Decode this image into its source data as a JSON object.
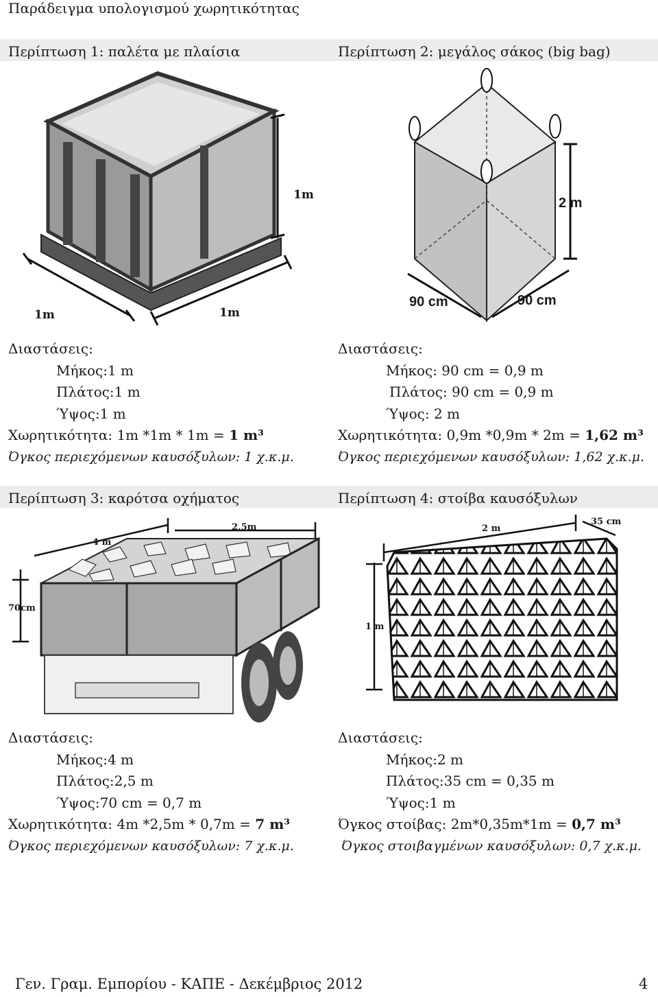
{
  "page_title": "Παράδειγμα υπολογισμού χωρητικότητας",
  "case1": {
    "heading": "Περίπτωση 1: παλέτα με πλαίσια",
    "fig_labels": {
      "height": "1m",
      "length": "1m",
      "width": "1m"
    },
    "dims_label": "Διαστάσεις:",
    "length": "Μήκος:1 m",
    "width": "Πλάτος:1 m",
    "height": "Ύψος:1 m",
    "capacity_prefix": "Χωρητικότητα: 1m *1m * 1m = ",
    "capacity_value": "1 m³",
    "volume": "Όγκος περιεχόμενων καυσόξυλων: 1 χ.κ.μ."
  },
  "case2": {
    "heading": "Περίπτωση 2: μεγάλος σάκος (big bag)",
    "fig_labels": {
      "height": "2 m",
      "length": "90 cm",
      "width": "90 cm"
    },
    "dims_label": "Διαστάσεις:",
    "length": "Μήκος: 90 cm = 0,9 m",
    "width": "Πλάτος: 90 cm = 0,9 m",
    "height": "Ύψος: 2 m",
    "capacity_prefix": "Χωρητικότητα: 0,9m *0,9m * 2m = ",
    "capacity_value": "1,62 m³",
    "volume": "Όγκος περιεχόμενων καυσόξυλων: 1,62 χ.κ.μ."
  },
  "case3": {
    "heading": "Περίπτωση 3: καρότσα οχήματος",
    "fig_labels": {
      "length": "4 m",
      "width": "2,5m",
      "height": "70cm"
    },
    "dims_label": "Διαστάσεις:",
    "length": "Μήκος:4 m",
    "width": "Πλάτος:2,5 m",
    "height": "Ύψος:70 cm = 0,7 m",
    "capacity_prefix": "Χωρητικότητα: 4m *2,5m * 0,7m = ",
    "capacity_value": "7 m³",
    "volume": "Όγκος περιεχόμενων καυσόξυλων: 7 χ.κ.μ."
  },
  "case4": {
    "heading": "Περίπτωση 4: στοίβα καυσόξυλων",
    "fig_labels": {
      "length": "2 m",
      "width": "35 cm",
      "height": "1 m"
    },
    "dims_label": "Διαστάσεις:",
    "length": "Μήκος:2 m",
    "width": "Πλάτος:35 cm = 0,35 m",
    "height": "Ύψος:1 m",
    "capacity_prefix": "Όγκος στοίβας: 2m*0,35m*1m = ",
    "capacity_value": "0,7 m³",
    "volume": "Όγκος στοιβαγμένων καυσόξυλων: 0,7 χ.κ.μ."
  },
  "footer": {
    "left": "Γεν. Γραμ. Εμπορίου - ΚΑΠΕ - Δεκέμβριος 2012",
    "page": "4"
  }
}
